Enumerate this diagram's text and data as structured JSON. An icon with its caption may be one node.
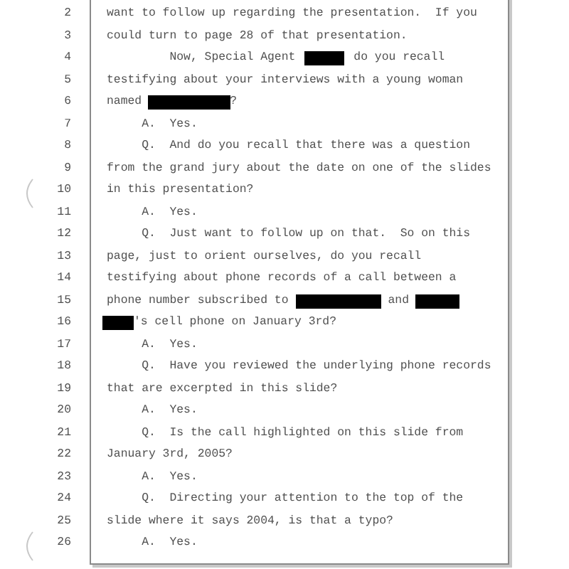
{
  "diagram": {
    "labels": [
      "2",
      "want to follow up regarding the presentation.  If you",
      "3",
      "could turn to page 28 of that presentation.",
      "4",
      "Now, Special Agent",
      "do you recall",
      "5",
      "testifying about your interviews with a young woman",
      "6",
      "named",
      "?",
      "7",
      "A.  Yes.",
      "8",
      "Q.  And do you recall that there was a question",
      "9",
      "from the grand jury about the date on one of the slides",
      "10",
      "in this presentation?",
      "11",
      "A.  Yes.",
      "12",
      "Q.  Just want to follow up on that.  So on this",
      "13",
      "page, just to orient ourselves, do you recall",
      "14",
      "testifying about phone records of a call between a",
      "15",
      "phone number subscribed to",
      "and",
      "16",
      "'s cell phone on January 3rd?",
      "17",
      "A.  Yes.",
      "18",
      "Q.  Have you reviewed the underlying phone records",
      "19",
      "that are excerpted in this slide?",
      "20",
      "A.  Yes.",
      "21",
      "Q.  Is the call highlighted on this slide from",
      "22",
      "January 3rd, 2005?",
      "23",
      "A.  Yes.",
      "24",
      "Q.  Directing your attention to the top of the",
      "25",
      "slide where it says 2004, is that a typo?",
      "26",
      "A.  Yes."
    ]
  }
}
